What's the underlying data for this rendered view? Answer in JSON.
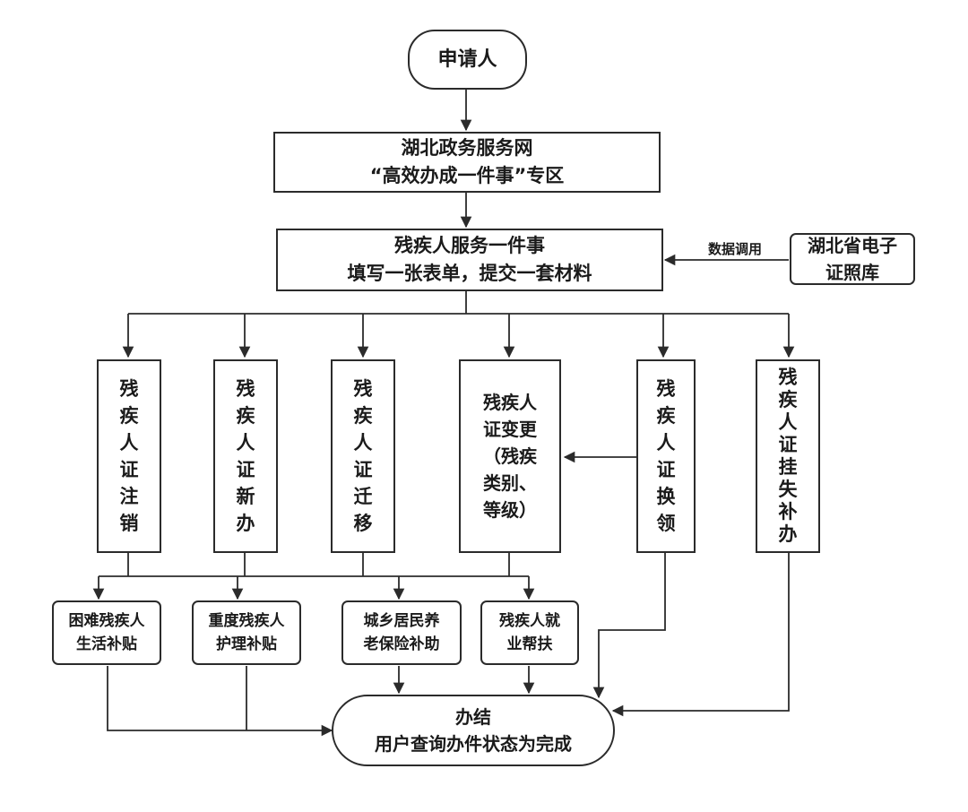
{
  "nodes": {
    "applicant": "申请人",
    "portal": [
      "湖北政务服务网",
      "“高效办成一件事”专区"
    ],
    "service": [
      "残疾人服务一件事",
      "填写一张表单，提交一套材料"
    ],
    "library": [
      "湖北省电子",
      "证照库"
    ],
    "cancel": [
      "残",
      "疾",
      "人",
      "证",
      "注",
      "销"
    ],
    "new": [
      "残",
      "疾",
      "人",
      "证",
      "新",
      "办"
    ],
    "migrate": [
      "残",
      "疾",
      "人",
      "证",
      "迁",
      "移"
    ],
    "change": [
      "残疾人",
      "证变更",
      "（残疾",
      "类别、",
      "等级）"
    ],
    "renew": [
      "残",
      "疾",
      "人",
      "证",
      "换",
      "领"
    ],
    "lost": [
      "残",
      "疾",
      "人",
      "证",
      "挂",
      "失",
      "补",
      "办"
    ],
    "subsidy_poor": [
      "困难残疾人",
      "生活补贴"
    ],
    "subsidy_care": [
      "重度残疾人",
      "护理补贴"
    ],
    "pension": [
      "城乡居民养",
      "老保险补助"
    ],
    "employment": [
      "残疾人就",
      "业帮扶"
    ],
    "done": [
      "办结",
      "用户查询办件状态为完成"
    ]
  },
  "edge_labels": {
    "data_call": "数据调用"
  },
  "colors": {
    "stroke": "#2b2b2b",
    "background": "#ffffff"
  }
}
